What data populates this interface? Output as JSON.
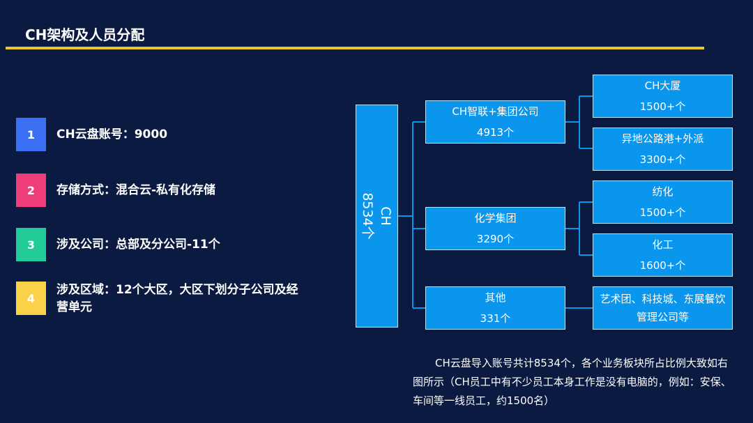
{
  "title": "CH架构及人员分配",
  "items": [
    {
      "num": "1",
      "text": "CH云盘账号：9000",
      "color": "#3b6ff3"
    },
    {
      "num": "2",
      "text": "存储方式：混合云-私有化存储",
      "color": "#ee3d7a"
    },
    {
      "num": "3",
      "text": "涉及公司：总部及分公司-11个",
      "color": "#22cc99"
    },
    {
      "num": "4",
      "text_line1": "涉及区域：12个大区，大区下划分子公司及经",
      "text_line2": "营单元",
      "color": "#f9d24a"
    }
  ],
  "tree": {
    "root": {
      "line1": "CH",
      "line2": "8534个"
    },
    "groups": [
      {
        "name": "CH智联+集团公司",
        "count": "4913个"
      },
      {
        "name": "化学集团",
        "count": "3290个"
      },
      {
        "name": "其他",
        "count": "331个"
      }
    ],
    "leaves": [
      {
        "line1": "CH大厦",
        "line2": "1500+个"
      },
      {
        "line1": "异地公路港+外派",
        "line2": "3300+个"
      },
      {
        "line1": "纺化",
        "line2": "1500+个"
      },
      {
        "line1": "化工",
        "line2": "1600+个"
      },
      {
        "line1": "艺术团、科技城、东展餐饮",
        "line2": "管理公司等"
      }
    ]
  },
  "note": "CH云盘导入账号共计8534个，各个业务板块所占比例大致如右图所示（CH员工中有不少员工本身工作是没有电脑的，例如：安保、车间等一线员工，约1500名）",
  "colors": {
    "background": "#0b1a40",
    "accent": "#e8c531",
    "node_fill": "#0b96ee",
    "connector": "#0b96ee"
  }
}
